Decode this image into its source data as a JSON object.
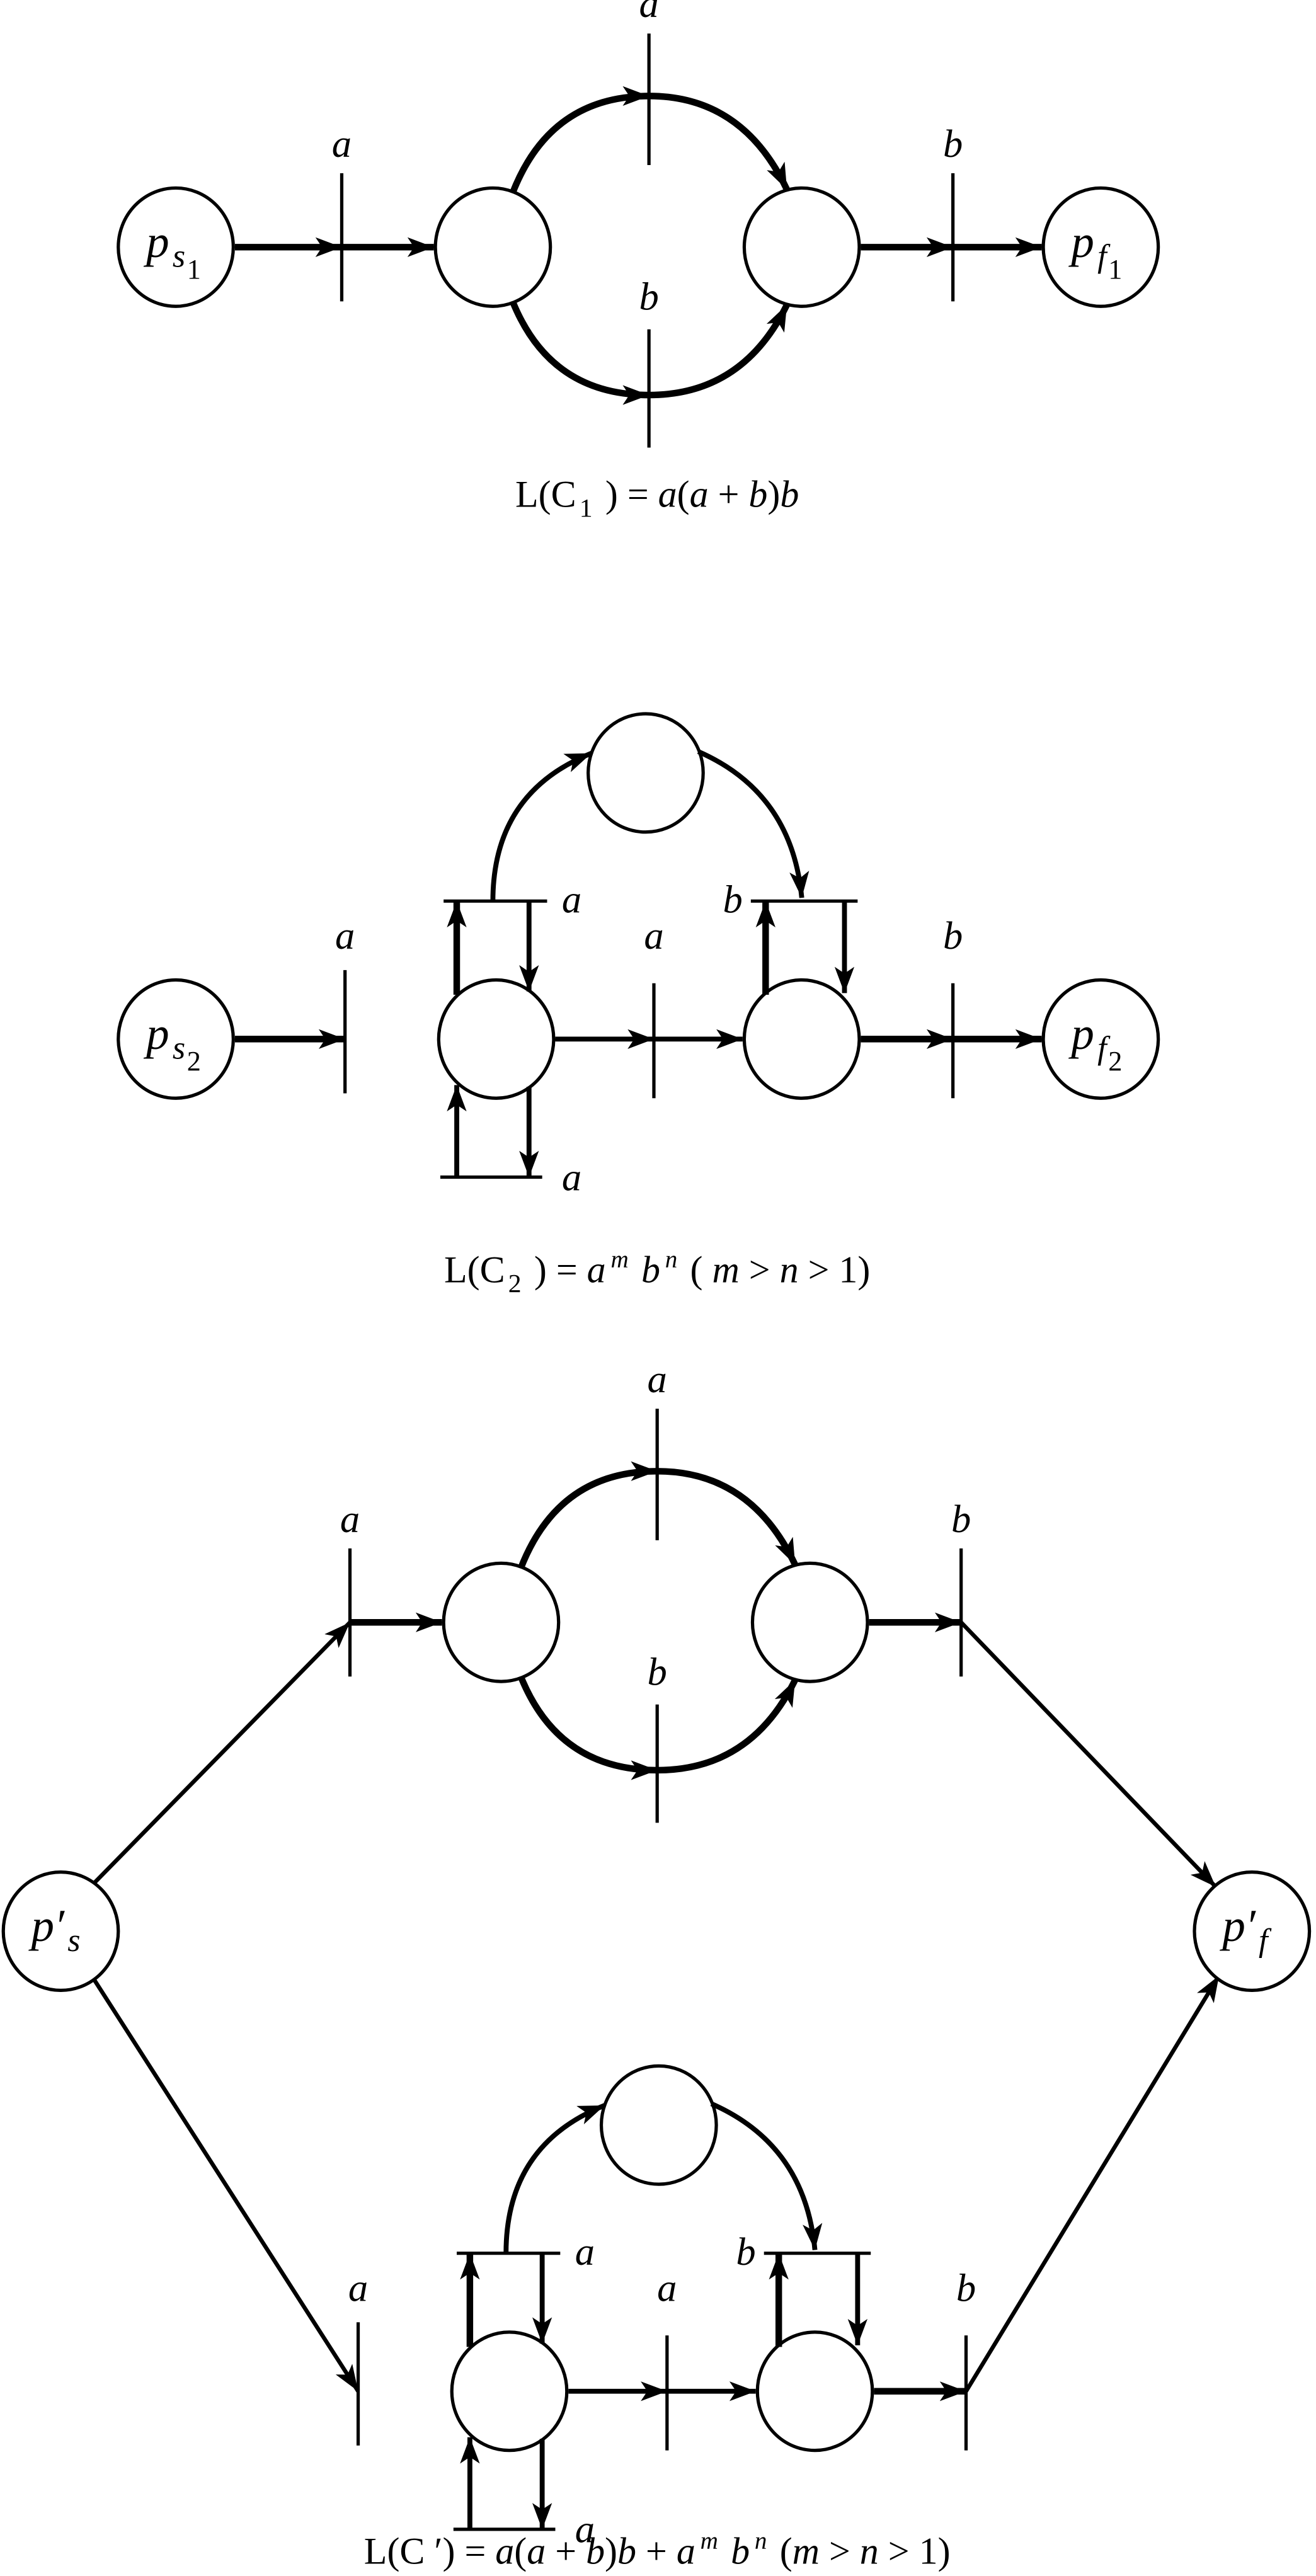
{
  "diagram_c1": {
    "places": {
      "start": {
        "base": "p",
        "sub": "s",
        "subsub": "1"
      },
      "final": {
        "base": "p",
        "sub": "f",
        "subsub": "1"
      }
    },
    "transitions": {
      "first": "a",
      "upper": "a",
      "lower": "b",
      "last": "b"
    },
    "caption": [
      {
        "t": "L(C"
      },
      {
        "t": "1",
        "sub": true
      },
      {
        "t": " ) = "
      },
      {
        "t": "a",
        "i": true
      },
      {
        "t": "("
      },
      {
        "t": "a",
        "i": true
      },
      {
        "t": " + "
      },
      {
        "t": "b",
        "i": true
      },
      {
        "t": ")"
      },
      {
        "t": "b",
        "i": true
      }
    ]
  },
  "diagram_c2": {
    "places": {
      "start": {
        "base": "p",
        "sub": "s",
        "subsub": "2"
      },
      "final": {
        "base": "p",
        "sub": "f",
        "subsub": "2"
      }
    },
    "transitions": {
      "first": "a",
      "loop_top_left": "a",
      "loop_bottom_left": "a",
      "middle": "a",
      "loop_top_right": "b",
      "last": "b"
    },
    "caption": [
      {
        "t": "L(C"
      },
      {
        "t": "2",
        "sub": true
      },
      {
        "t": " ) = "
      },
      {
        "t": "a",
        "i": true
      },
      {
        "t": "m",
        "i": true,
        "sup": true
      },
      {
        "t": " "
      },
      {
        "t": "b",
        "i": true
      },
      {
        "t": "n",
        "i": true,
        "sup": true
      },
      {
        "t": "  ( "
      },
      {
        "t": "m",
        "i": true
      },
      {
        "t": " > "
      },
      {
        "t": "n",
        "i": true
      },
      {
        "t": " > 1)"
      }
    ]
  },
  "diagram_cprime": {
    "places": {
      "start": {
        "base": "p′",
        "sub": "s",
        "subsub": ""
      },
      "final": {
        "base": "p′",
        "sub": "f",
        "subsub": ""
      }
    },
    "upper_transitions": {
      "first": "a",
      "upper": "a",
      "lower": "b",
      "last": "b"
    },
    "lower_transitions": {
      "first": "a",
      "loop_top_left": "a",
      "loop_bottom_left": "a",
      "middle": "a",
      "loop_top_right": "b",
      "last": "b"
    },
    "caption": [
      {
        "t": "L(C ′) = "
      },
      {
        "t": "a",
        "i": true
      },
      {
        "t": "("
      },
      {
        "t": "a",
        "i": true
      },
      {
        "t": " + "
      },
      {
        "t": "b",
        "i": true
      },
      {
        "t": ")"
      },
      {
        "t": "b",
        "i": true
      },
      {
        "t": " + "
      },
      {
        "t": "a",
        "i": true
      },
      {
        "t": "m",
        "i": true,
        "sup": true
      },
      {
        "t": " "
      },
      {
        "t": "b",
        "i": true
      },
      {
        "t": "n",
        "i": true,
        "sup": true
      },
      {
        "t": "  ("
      },
      {
        "t": "m",
        "i": true
      },
      {
        "t": " > "
      },
      {
        "t": "n",
        "i": true
      },
      {
        "t": " > 1)"
      }
    ]
  }
}
